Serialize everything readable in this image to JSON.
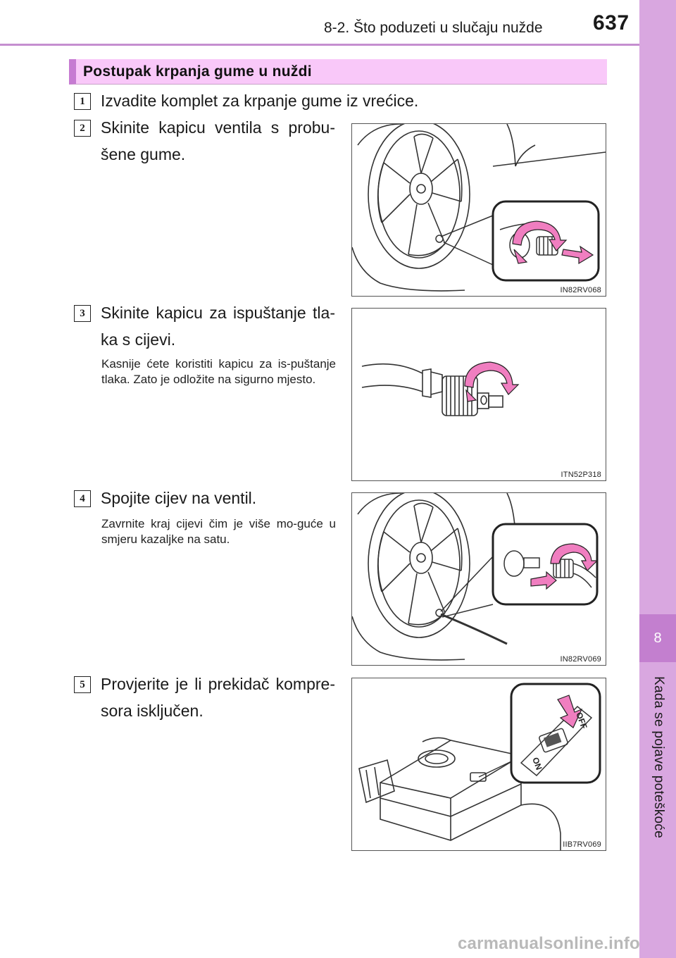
{
  "header": {
    "section_title": "8-2. Što poduzeti u slučaju nužde",
    "page_number": "637"
  },
  "side_tab": {
    "number": "8",
    "label": "Kada se pojave poteškoće"
  },
  "section": {
    "title": "Postupak krpanja gume u nuždi"
  },
  "steps": [
    {
      "number": "1",
      "text": "Izvadite komplet za krpanje gume iz vrećice."
    },
    {
      "number": "2",
      "line1": "Skinite kapicu ventila s probu-",
      "line2": "šene gume."
    },
    {
      "number": "3",
      "line1": "Skinite kapicu za ispuštanje tla-",
      "line2": "ka s cijevi.",
      "note": "Kasnije ćete koristiti kapicu za is-puštanje tlaka. Zato je odložite na sigurno mjesto."
    },
    {
      "number": "4",
      "text": "Spojite cijev na ventil.",
      "note": "Zavrnite kraj cijevi čim je više mo-guće u smjeru kazaljke na satu."
    },
    {
      "number": "5",
      "line1": "Provjerite je li prekidač kompre-",
      "line2": "sora isključen."
    }
  ],
  "figures": [
    {
      "code": "IN82RV068",
      "icon": "wheel-valve-cap-removal-illustration"
    },
    {
      "code": "ITN52P318",
      "icon": "hose-cap-removal-illustration"
    },
    {
      "code": "IN82RV069",
      "icon": "hose-to-valve-connection-illustration"
    },
    {
      "code": "IIB7RV069",
      "icon": "compressor-switch-off-illustration",
      "switch_on": "ON",
      "switch_off": "OFF"
    }
  ],
  "watermark": "carmanualsonline.info",
  "colors": {
    "accent": "#c67bd2",
    "title_bar": "#f9c8f9",
    "side_tab": "#d9a7e0",
    "arrow": "#f07ec0"
  }
}
